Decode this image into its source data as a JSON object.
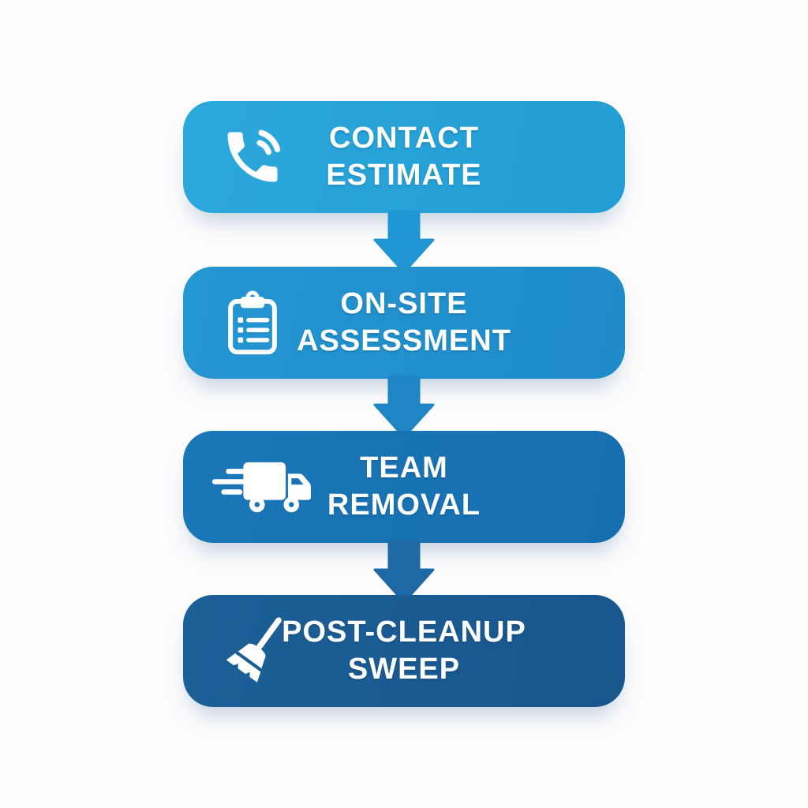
{
  "diagram": {
    "title_implied": "process-flow",
    "background_color": "#fdfdfe",
    "text_color": "#ffffff",
    "steps": [
      {
        "icon": "phone-icon",
        "lines": [
          "CONTACT",
          "ESTIMATE"
        ],
        "color_left": "#2BA8DC",
        "color_right": "#229ED5"
      },
      {
        "icon": "clipboard-checklist-icon",
        "lines": [
          "ON-SITE",
          "ASSESSMENT"
        ],
        "color_left": "#2496D2",
        "color_right": "#1F8CC9"
      },
      {
        "icon": "truck-icon",
        "lines": [
          "TEAM",
          "REMOVAL"
        ],
        "color_left": "#1B77B8",
        "color_right": "#166FB0"
      },
      {
        "icon": "broom-icon",
        "lines": [
          "POST-CLEANUP",
          "SWEEP"
        ],
        "color_left": "#1C6099",
        "color_right": "#18568C"
      }
    ],
    "arrows": [
      {
        "direction": "down",
        "color": "#2196D4"
      },
      {
        "direction": "down",
        "color": "#1E86C4"
      },
      {
        "direction": "down",
        "color": "#1E68A6"
      }
    ]
  }
}
